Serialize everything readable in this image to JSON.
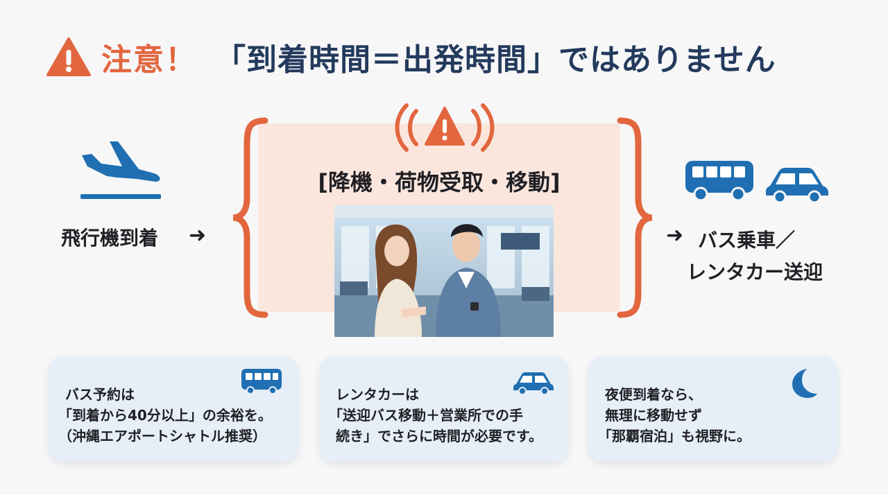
{
  "title": {
    "caution": "注意！",
    "main": "「到着時間＝出発時間」ではありません"
  },
  "flow": {
    "arrival_label": "飛行機到着",
    "arrow": "➜",
    "center_heading": "[降機・荷物受取・移動]",
    "destination_line1": "バス乗車／",
    "destination_line2": "レンタカー送迎"
  },
  "cards": [
    {
      "icon": "bus-icon",
      "lines": [
        "バス予約は",
        "「到着から40分以上」の余裕を。",
        "（沖縄エアポートシャトル推奨）"
      ]
    },
    {
      "icon": "car-icon",
      "lines": [
        "レンタカーは",
        "「送迎バス移動＋営業所での手",
        "続き」でさらに時間が必要です。"
      ]
    },
    {
      "icon": "moon-icon",
      "lines": [
        "夜便到着なら、",
        "無理に移動せず",
        "「那覇宿泊」も視野に。"
      ]
    }
  ],
  "colors": {
    "accent": "#e2673f",
    "navy": "#233a5c",
    "icon_blue": "#1f6fb2",
    "panel": "#fbe6dd",
    "card": "#e6eef7"
  }
}
